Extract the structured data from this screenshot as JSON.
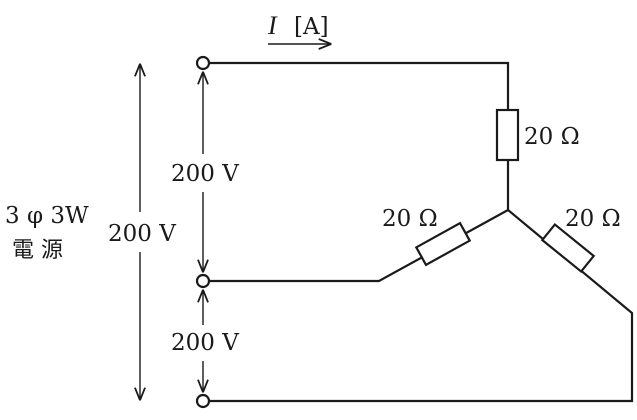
{
  "current_label": {
    "symbol": "I",
    "unit": "[A]"
  },
  "resistors": {
    "top": "20 Ω",
    "left": "20 Ω",
    "right": "20 Ω"
  },
  "voltages": {
    "upper_line_to_line": "200 V",
    "lower_line_to_line": "200 V",
    "outer_line_to_line": "200 V"
  },
  "source": {
    "line1": "3 φ 3W",
    "line2": "電 源"
  }
}
